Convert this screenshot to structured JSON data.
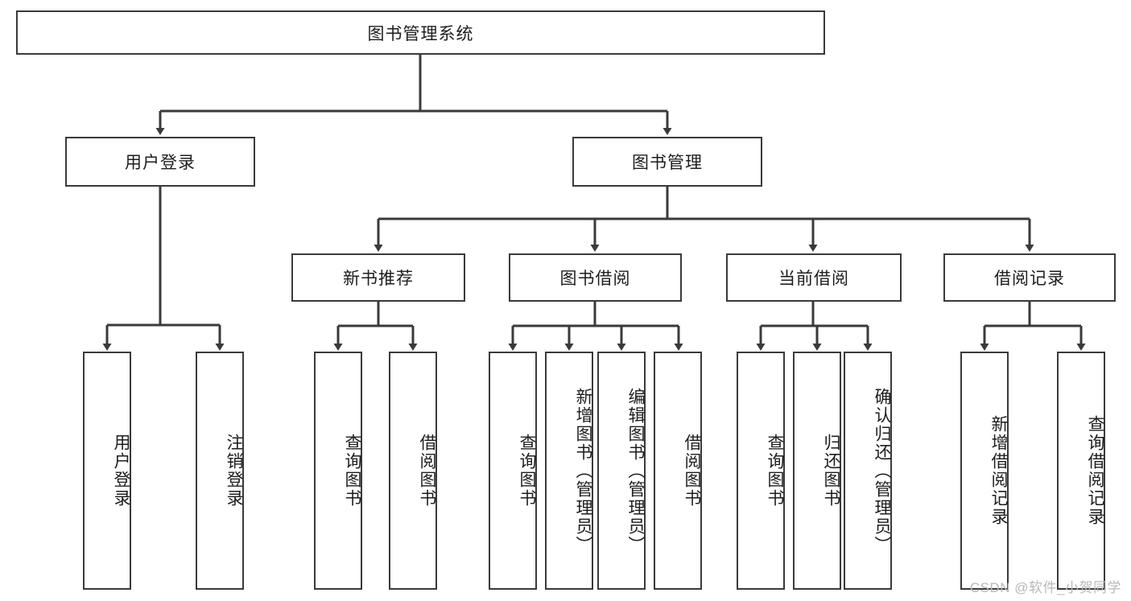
{
  "diagram": {
    "type": "tree",
    "title": "图书管理系统",
    "root": {
      "label": "图书管理系统"
    },
    "level2": [
      {
        "label": "用户登录"
      },
      {
        "label": "图书管理"
      }
    ],
    "level3": [
      {
        "label": "新书推荐"
      },
      {
        "label": "图书借阅"
      },
      {
        "label": "当前借阅"
      },
      {
        "label": "借阅记录"
      }
    ],
    "leaves": {
      "user_login": [
        {
          "label": "用户登录"
        },
        {
          "label": "注销登录"
        }
      ],
      "new_book_recommend": [
        {
          "label": "查询图书"
        },
        {
          "label": "借阅图书"
        }
      ],
      "book_borrow": [
        {
          "label": "查询图书"
        },
        {
          "label": "新增图书（管理员）"
        },
        {
          "label": "编辑图书（管理员）"
        },
        {
          "label": "借阅图书"
        }
      ],
      "current_borrow": [
        {
          "label": "查询图书"
        },
        {
          "label": "归还图书"
        },
        {
          "label": "确认归还（管理员）"
        }
      ],
      "borrow_record": [
        {
          "label": "新增借阅记录"
        },
        {
          "label": "查询借阅记录"
        }
      ]
    }
  },
  "watermark": {
    "text": "CSDN @软件_小贺同学"
  },
  "colors": {
    "box_border": "#3a3a3a",
    "box_fill": "#ffffff",
    "edge": "#3a3a3a",
    "text": "#1d1d1d",
    "watermark": "#b9b9b9",
    "background": "#ffffff"
  }
}
